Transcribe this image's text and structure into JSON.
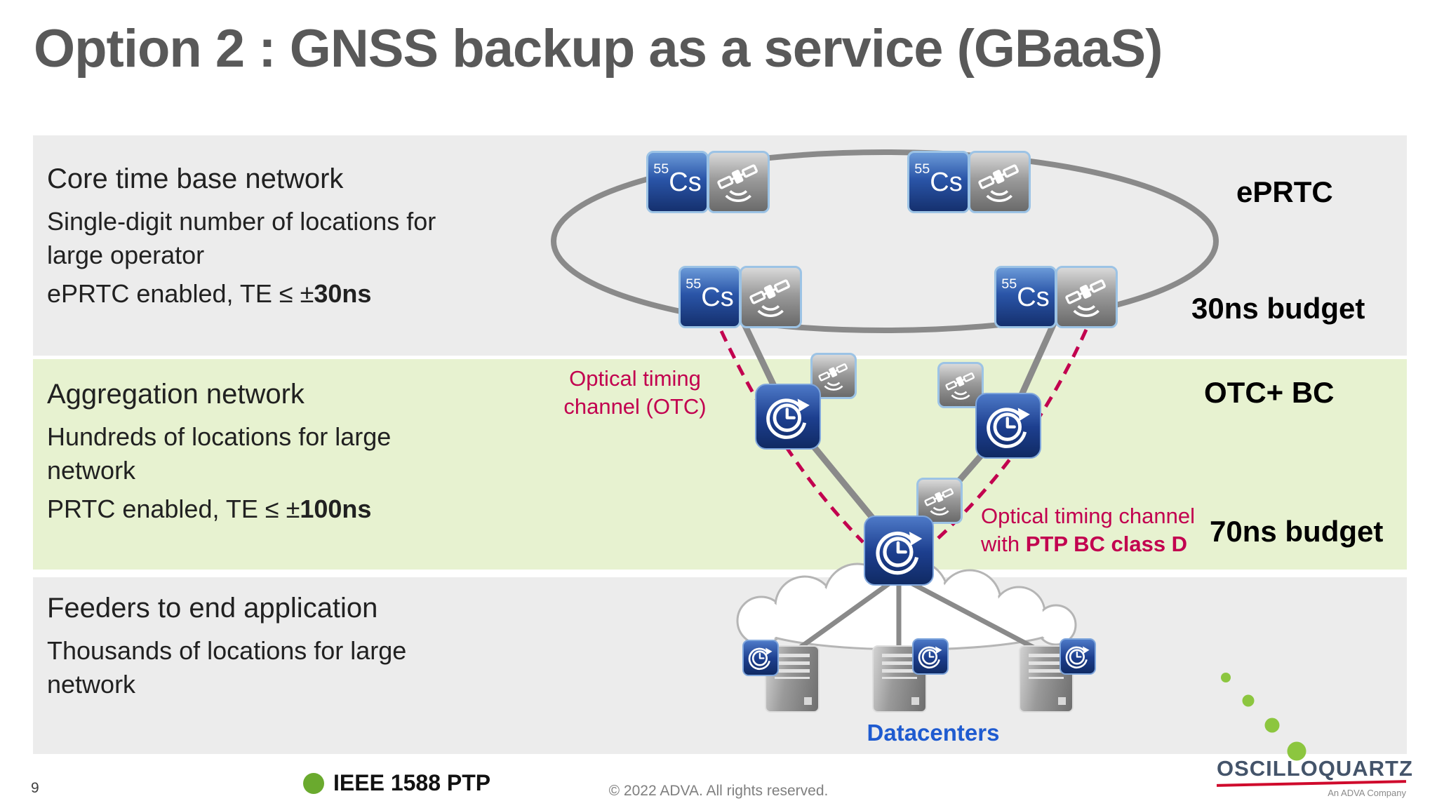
{
  "title": "Option 2 : GNSS backup as a service (GBaaS)",
  "colors": {
    "title_gray": "#595959",
    "band_gray": "#ececec",
    "band_green": "#e7f2d0",
    "accent_red": "#c2004f",
    "node_blue": "#1d3f8f",
    "line_gray": "#8a8a8a",
    "datacenters_blue": "#1f5bd0",
    "logo_green": "#8cc63f"
  },
  "icons": {
    "cesium_clock": "cesium-clock-icon",
    "satellite": "gnss-satellite-icon",
    "boundary_clock": "boundary-clock-icon",
    "server": "datacenter-server-icon",
    "cloud": "network-cloud",
    "green_dot": "green-bullet-dot"
  },
  "bands": {
    "core": {
      "heading": "Core time base network",
      "desc": "Single-digit number of locations for large operator",
      "spec_prefix": "ePRTC enabled, TE ≤ ±",
      "spec_bold": "30ns",
      "right_top": "ePRTC",
      "right_bottom": "30ns budget"
    },
    "aggregation": {
      "heading": "Aggregation network",
      "desc": "Hundreds of locations for large network",
      "spec_prefix": "PRTC enabled, TE ≤ ±",
      "spec_bold": "100ns",
      "right_top": "OTC+ BC",
      "right_bottom": "70ns budget"
    },
    "feeders": {
      "heading": "Feeders to end application",
      "desc": "Thousands of locations for large network"
    }
  },
  "diagram": {
    "cs_sup": "55",
    "cs_text": "Cs",
    "otc_label": {
      "line1": "Optical timing",
      "line2": "channel (OTC)"
    },
    "otc_bc_label": {
      "line1": "Optical timing channel",
      "line2_prefix": "with ",
      "line2_bold": "PTP BC class D"
    },
    "datacenters": "Datacenters"
  },
  "footer": {
    "page_number": "9",
    "ptp_label": "IEEE 1588 PTP",
    "copyright": "© 2022 ADVA. All rights reserved."
  },
  "logo": {
    "name": "OSCILLOQUARTZ",
    "subtitle": "An ADVA Company"
  }
}
